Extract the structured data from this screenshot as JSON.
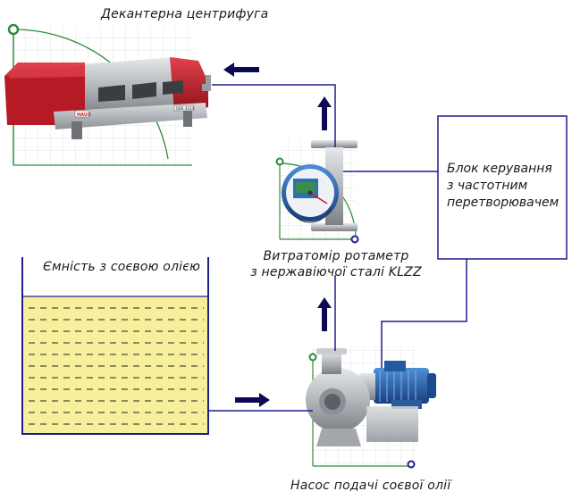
{
  "labels": {
    "centrifuge": "Декантерна центрифуга",
    "flowmeter_line1": "Витратомір ротаметр",
    "flowmeter_line2": "з нержавіючої сталі KLZZ",
    "tank": "Ємність з соєвою олією",
    "pump": "Насос подачі соєвої олії",
    "control_line1": "Блок керування",
    "control_line2": "з частотним",
    "control_line3": "перетворювачем"
  },
  "centrifuge_plate": {
    "brand": "HAUS",
    "model": "DDE 4234"
  },
  "colors": {
    "pipe": "#1f1f8c",
    "arrow": "#0a0a55",
    "oil": "#f7ef9c",
    "centrifuge_red": "#c41e2a",
    "motor_blue": "#1f5fb0",
    "steel": "#b9bcc0",
    "cad_green": "#2e8b3a"
  }
}
